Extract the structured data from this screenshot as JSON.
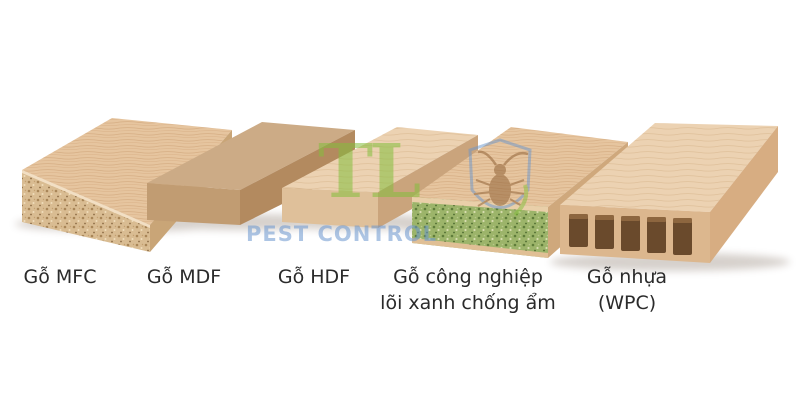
{
  "labels": {
    "mfc": "Gỗ MFC",
    "mdf": "Gỗ MDF",
    "hdf": "Gỗ HDF",
    "cong_nghiep_line1": "Gỗ công nghiệp",
    "cong_nghiep_line2": "lõi xanh chống ẩm",
    "wpc_line1": "Gỗ nhựa",
    "wpc_line2": "(WPC)"
  },
  "watermark": {
    "letters": "TL",
    "text": "PEST CONTROL",
    "icon": "shield-beetle-icon"
  },
  "colors": {
    "wood_top": "#e3c3a0",
    "wood_front": "#d5ab7d",
    "mdf_top": "#ccab86",
    "green_core": "#8fae62",
    "watermark_green": "#84be3c",
    "watermark_blue": "#6996cd"
  }
}
